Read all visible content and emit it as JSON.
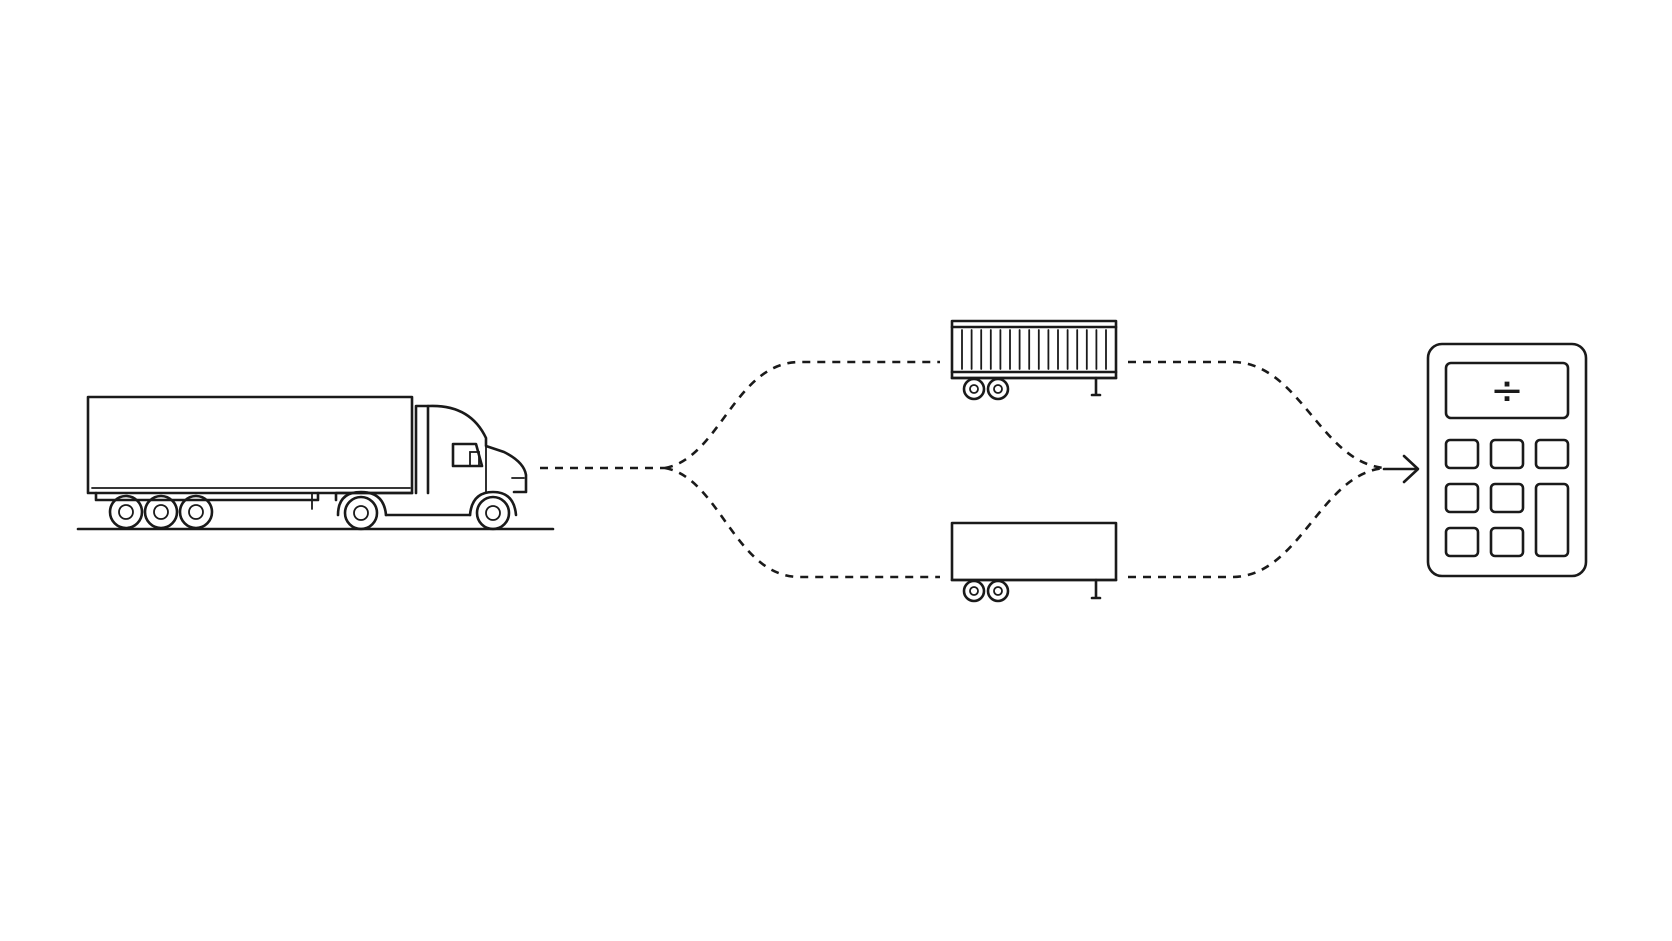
{
  "diagram": {
    "nodes": [
      {
        "id": "truck",
        "icon": "semi-truck-icon"
      },
      {
        "id": "container-trailer",
        "icon": "container-trailer-icon"
      },
      {
        "id": "flatbed-trailer",
        "icon": "box-trailer-icon"
      },
      {
        "id": "calculator",
        "icon": "calculator-icon"
      }
    ],
    "edges": [
      {
        "from": "truck",
        "to": "container-trailer"
      },
      {
        "from": "truck",
        "to": "flatbed-trailer"
      },
      {
        "from": "container-trailer",
        "to": "calculator"
      },
      {
        "from": "flatbed-trailer",
        "to": "calculator"
      }
    ],
    "calculator": {
      "display_symbol": "÷"
    },
    "colors": {
      "line": "#1a1a1a",
      "background": "#ffffff"
    }
  }
}
